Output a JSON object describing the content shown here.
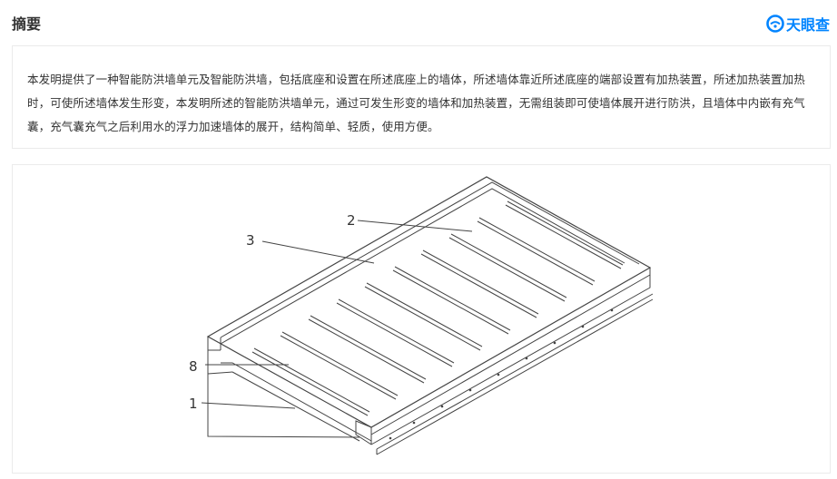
{
  "section_title": "摘要",
  "brand": {
    "name": "天眼查",
    "icon": "tianyancha-logo-icon",
    "color": "#0084ff"
  },
  "abstract": "本发明提供了一种智能防洪墙单元及智能防洪墙，包括底座和设置在所述底座上的墙体，所述墙体靠近所述底座的端部设置有加热装置，所述加热装置加热时，可使所述墙体发生形变，本发明所述的智能防洪墙单元，通过可发生形变的墙体和加热装置，无需组装即可使墙体展开进行防洪，且墙体中内嵌有充气囊，充气囊充气之后利用水的浮力加速墙体的展开，结构简单、轻质，使用方便。",
  "figure": {
    "labels": [
      "2",
      "3",
      "8",
      "1"
    ]
  }
}
